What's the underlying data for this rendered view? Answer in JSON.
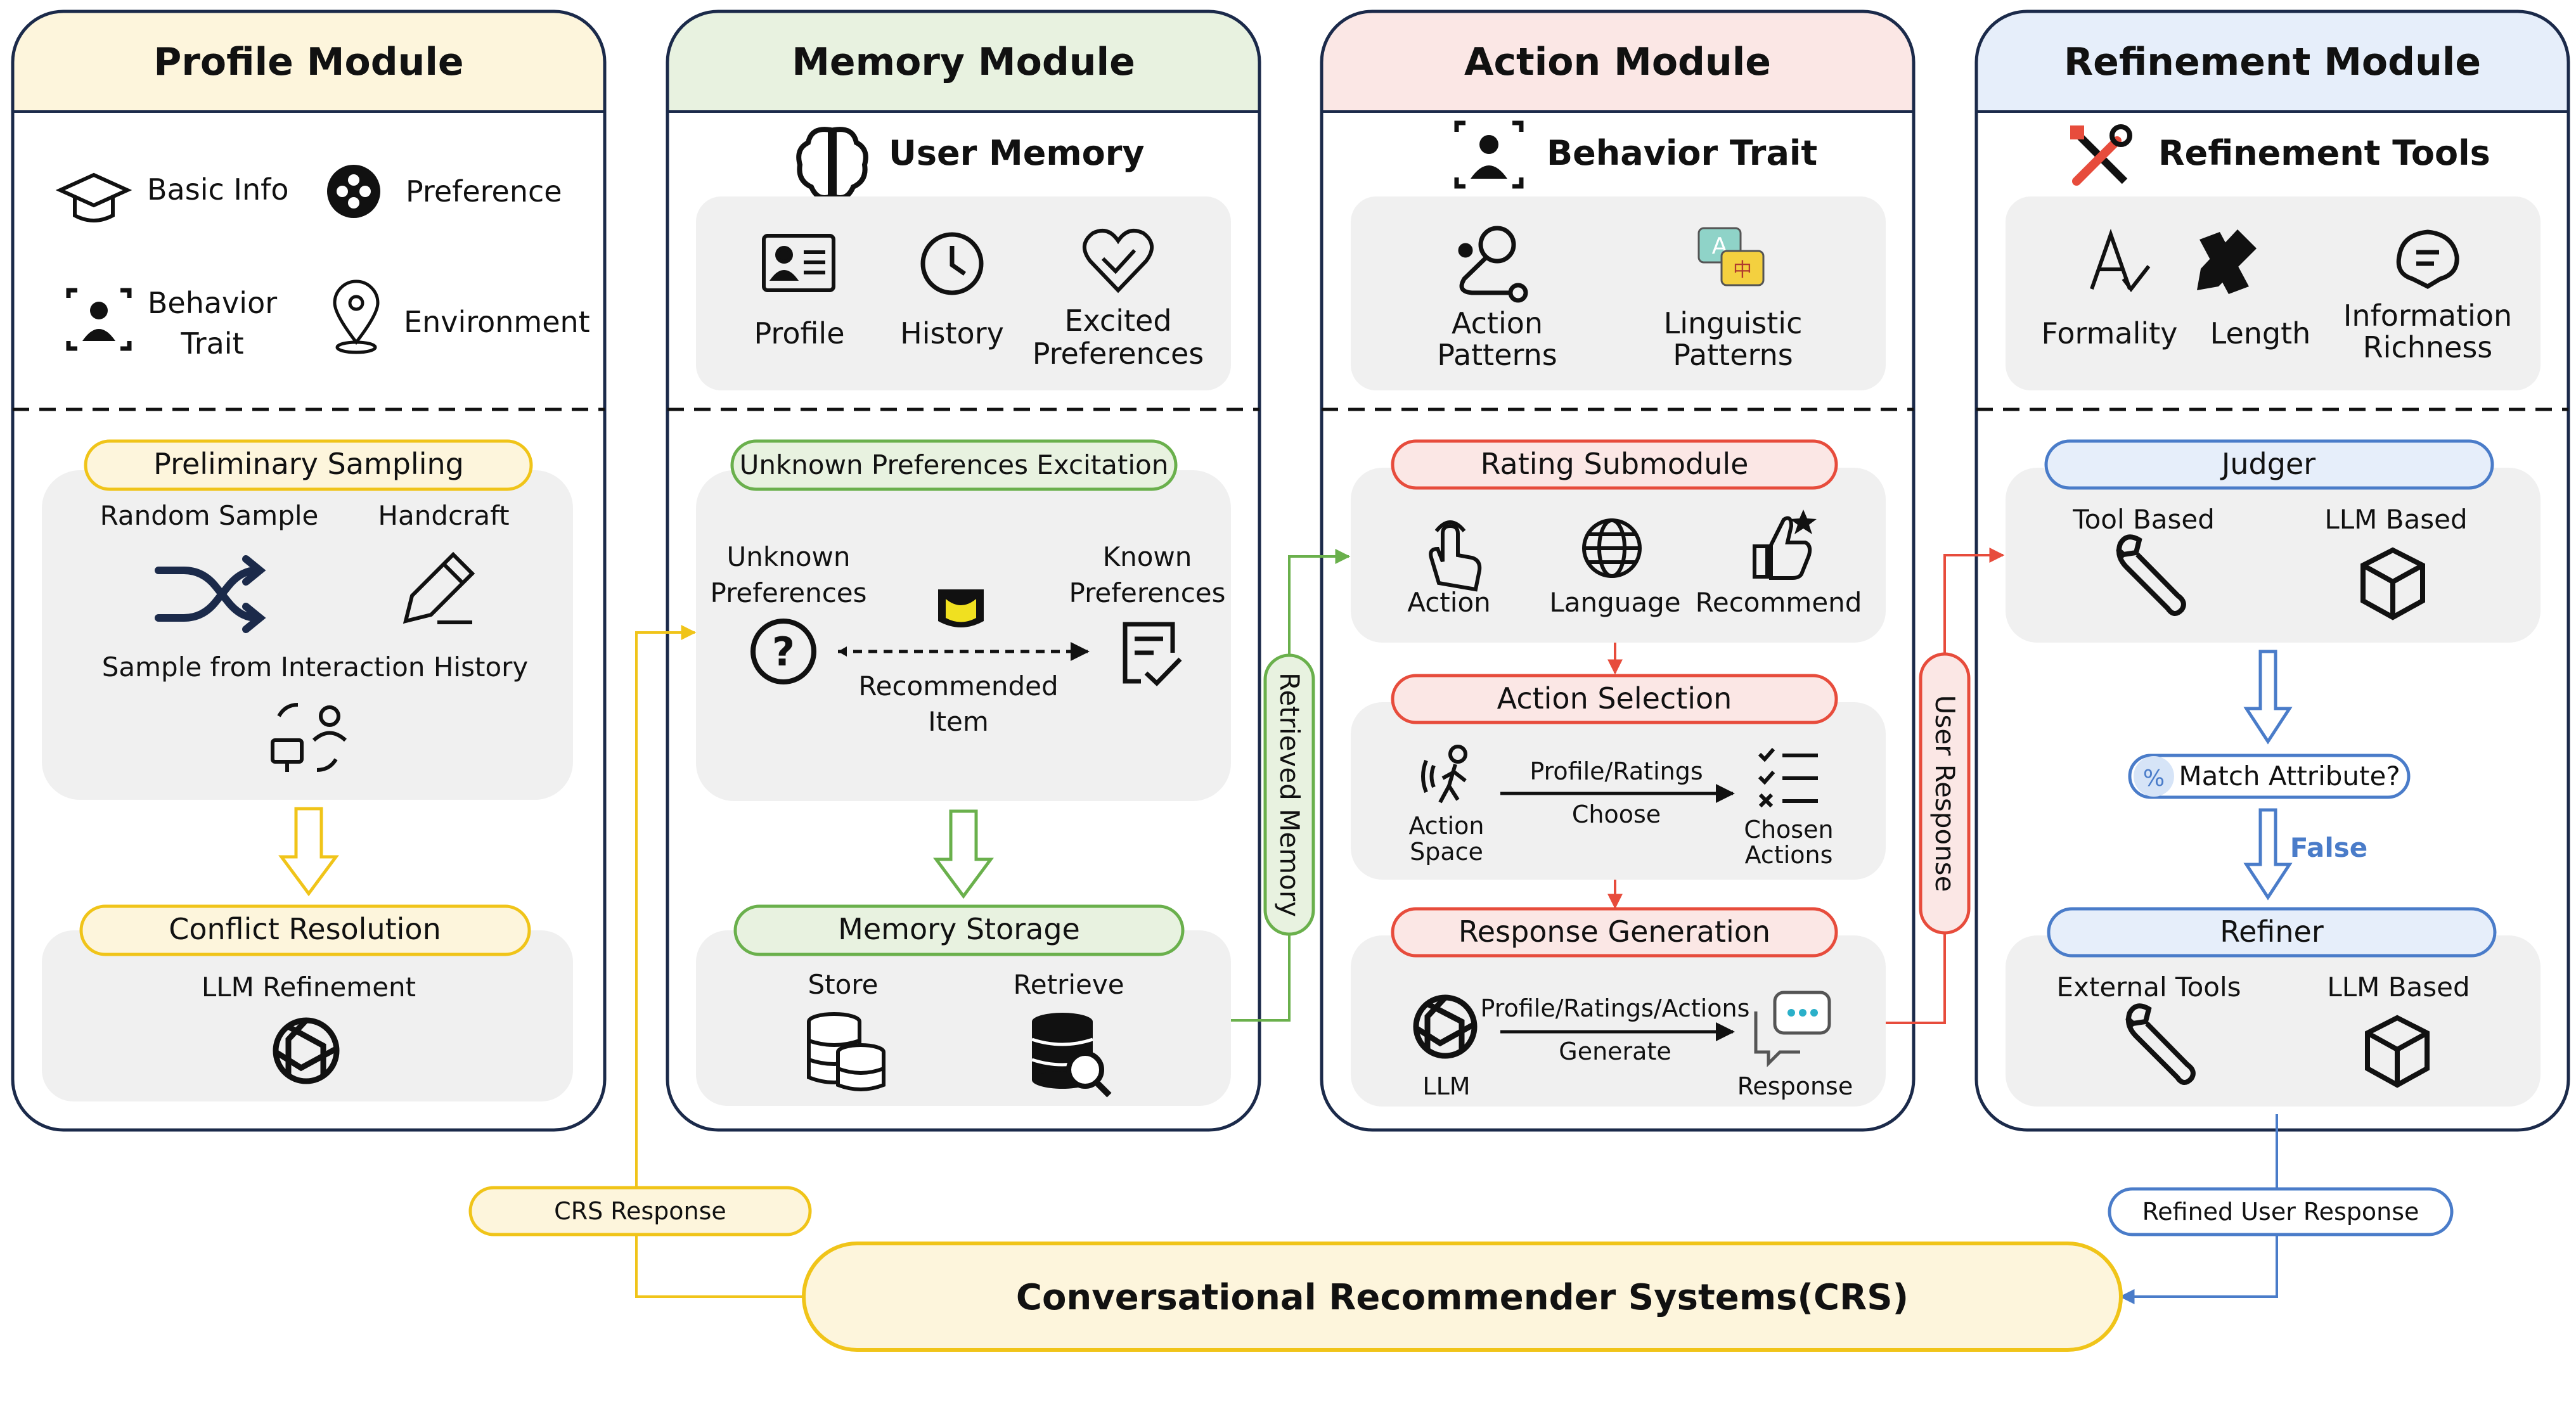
{
  "profile": {
    "title": "Profile Module",
    "items": {
      "basic_info": "Basic Info",
      "preference": "Preference",
      "behavior_trait_1": "Behavior",
      "behavior_trait_2": "Trait",
      "environment": "Environment"
    },
    "sampling_header": "Preliminary Sampling",
    "random_sample": "Random Sample",
    "handcraft": "Handcraft",
    "sample_history": "Sample from Interaction History",
    "conflict_header": "Conflict Resolution",
    "llm_refinement": "LLM Refinement"
  },
  "memory": {
    "title": "Memory Module",
    "user_memory": "User Memory",
    "items": {
      "profile": "Profile",
      "history": "History",
      "excited_1": "Excited",
      "excited_2": "Preferences"
    },
    "excitation_header": "Unknown Preferences Excitation",
    "unknown_1": "Unknown",
    "unknown_2": "Preferences",
    "known_1": "Known",
    "known_2": "Preferences",
    "recommended_1": "Recommended",
    "recommended_2": "Item",
    "storage_header": "Memory Storage",
    "store": "Store",
    "retrieve": "Retrieve"
  },
  "action": {
    "title": "Action Module",
    "behavior_trait": "Behavior Trait",
    "action_patterns_1": "Action",
    "action_patterns_2": "Patterns",
    "linguistic_patterns_1": "Linguistic",
    "linguistic_patterns_2": "Patterns",
    "rating_header": "Rating Submodule",
    "rating_items": {
      "action": "Action",
      "language": "Language",
      "recommend": "Recommend"
    },
    "selection_header": "Action Selection",
    "action_space_1": "Action",
    "action_space_2": "Space",
    "profile_ratings": "Profile/Ratings",
    "choose": "Choose",
    "chosen_1": "Chosen",
    "chosen_2": "Actions",
    "generation_header": "Response Generation",
    "llm": "LLM",
    "profile_ratings_actions": "Profile/Ratings/Actions",
    "generate": "Generate",
    "response": "Response"
  },
  "refinement": {
    "title": "Refinement Module",
    "tools_header": "Refinement Tools",
    "tools": {
      "formality": "Formality",
      "length": "Length",
      "info_1": "Information",
      "info_2": "Richness"
    },
    "judger_header": "Judger",
    "tool_based": "Tool Based",
    "llm_based_1": "LLM Based",
    "match_attribute": "Match Attribute?",
    "false_label": "False",
    "refiner_header": "Refiner",
    "external_tools": "External Tools",
    "llm_based_2": "LLM Based"
  },
  "connectors": {
    "retrieved_memory": "Retrieved Memory",
    "user_response": "User Response",
    "crs_response": "CRS Response",
    "refined_user_response": "Refined User Response"
  },
  "crs": {
    "label": "Conversational Recommender Systems(CRS)"
  },
  "colors": {
    "profile": "#fdf5dc",
    "profile_accent": "#f0c419",
    "memory": "#e8f2e0",
    "memory_accent": "#6ab04c",
    "action": "#fbe7e5",
    "action_accent": "#e74c3c",
    "refinement": "#e6eefa",
    "refinement_accent": "#4a7cc9"
  }
}
